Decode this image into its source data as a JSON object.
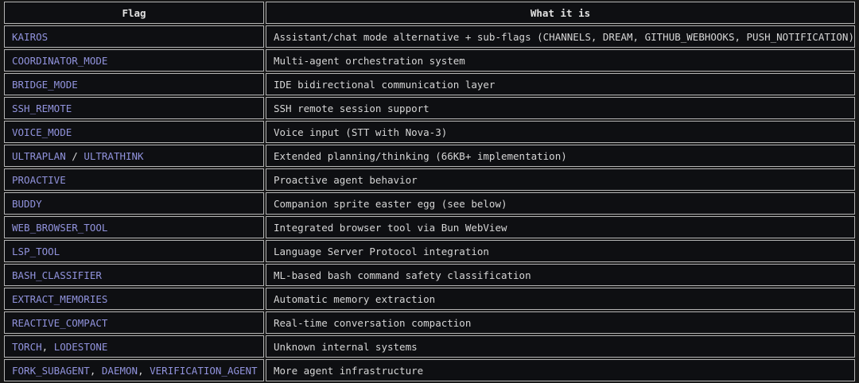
{
  "table": {
    "header": {
      "flag": "Flag",
      "description": "What it is"
    },
    "rows": [
      {
        "flags": [
          "KAIROS"
        ],
        "separator": "",
        "description": "Assistant/chat mode alternative + sub-flags (CHANNELS, DREAM, GITHUB_WEBHOOKS, PUSH_NOTIFICATION)"
      },
      {
        "flags": [
          "COORDINATOR_MODE"
        ],
        "separator": "",
        "description": "Multi-agent orchestration system"
      },
      {
        "flags": [
          "BRIDGE_MODE"
        ],
        "separator": "",
        "description": "IDE bidirectional communication layer"
      },
      {
        "flags": [
          "SSH_REMOTE"
        ],
        "separator": "",
        "description": "SSH remote session support"
      },
      {
        "flags": [
          "VOICE_MODE"
        ],
        "separator": "",
        "description": "Voice input (STT with Nova-3)"
      },
      {
        "flags": [
          "ULTRAPLAN",
          "ULTRATHINK"
        ],
        "separator": " / ",
        "description": "Extended planning/thinking (66KB+ implementation)"
      },
      {
        "flags": [
          "PROACTIVE"
        ],
        "separator": "",
        "description": "Proactive agent behavior"
      },
      {
        "flags": [
          "BUDDY"
        ],
        "separator": "",
        "description": "Companion sprite easter egg (see below)"
      },
      {
        "flags": [
          "WEB_BROWSER_TOOL"
        ],
        "separator": "",
        "description": "Integrated browser tool via Bun WebView"
      },
      {
        "flags": [
          "LSP_TOOL"
        ],
        "separator": "",
        "description": "Language Server Protocol integration"
      },
      {
        "flags": [
          "BASH_CLASSIFIER"
        ],
        "separator": "",
        "description": "ML-based bash command safety classification"
      },
      {
        "flags": [
          "EXTRACT_MEMORIES"
        ],
        "separator": "",
        "description": "Automatic memory extraction"
      },
      {
        "flags": [
          "REACTIVE_COMPACT"
        ],
        "separator": "",
        "description": "Real-time conversation compaction"
      },
      {
        "flags": [
          "TORCH",
          "LODESTONE"
        ],
        "separator": ", ",
        "description": "Unknown internal systems"
      },
      {
        "flags": [
          "FORK_SUBAGENT",
          "DAEMON",
          "VERIFICATION_AGENT"
        ],
        "separator": ", ",
        "description": "More agent infrastructure"
      }
    ]
  },
  "colors": {
    "page_background": "#171717",
    "cell_background": "#0e0f12",
    "border": "#b5b5b5",
    "flag_text": "#9193dd",
    "body_text": "#d6d6d6",
    "header_text": "#e2e2e2"
  }
}
